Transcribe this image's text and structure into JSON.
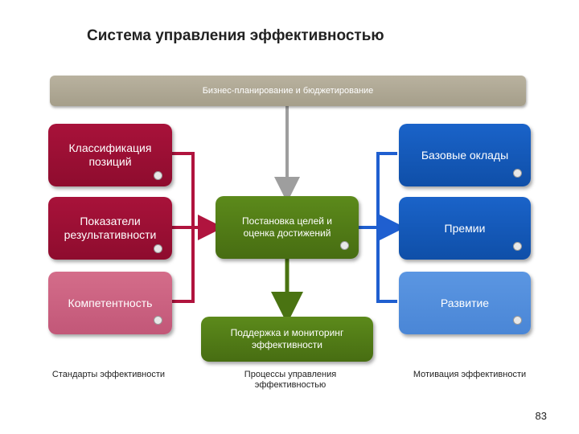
{
  "title": "Система управления эффективностью",
  "banner": "Бизнес-планирование и бюджетирование",
  "left_boxes": [
    {
      "label": "Классификация позиций"
    },
    {
      "label": "Показатели результативности"
    },
    {
      "label": "Компетентность"
    }
  ],
  "center_boxes": [
    {
      "label": "Постановка целей и оценка достижений"
    },
    {
      "label": "Поддержка и мониторинг эффективности"
    }
  ],
  "right_boxes": [
    {
      "label": "Базовые оклады"
    },
    {
      "label": "Премии"
    },
    {
      "label": "Развитие"
    }
  ],
  "captions": {
    "left": "Стандарты эффективности",
    "center": "Процессы управления эффективностью",
    "right": "Мотивация эффективности"
  },
  "page_number": "83",
  "colors": {
    "banner": "#aaa38f",
    "dark_red": "#9b0f33",
    "pink": "#cc6482",
    "green": "#537c17",
    "blue": "#155abb",
    "light_blue": "#5190dd",
    "red_connector": "#b0143e",
    "blue_connector": "#1f5fd0",
    "gray_connector": "#9e9e9e"
  }
}
